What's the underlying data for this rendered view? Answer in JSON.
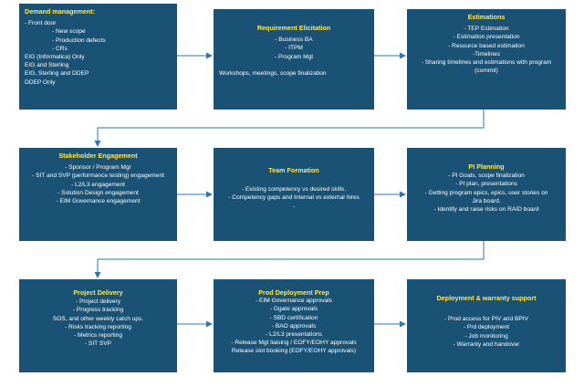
{
  "colors": {
    "box": "#1a5276",
    "title": "#ffe94a",
    "text": "#ffffff",
    "arrow": "#2e75b6"
  },
  "boxes": {
    "demand": {
      "title": "Demand management:",
      "lines": [
        "- Front door",
        "- New scope",
        "- Production defects",
        "- CRs",
        "EIG (Informatica) Only",
        "EIG and Sterling",
        "EIG, Sterling and DDEP",
        "DDEP Only"
      ]
    },
    "requirement": {
      "title": "Requirement Elicitation",
      "lines": [
        "- Business BA",
        "- ITPM",
        "- Program Mgt",
        "",
        "Workshops, meetings, scope finalization"
      ]
    },
    "estimations": {
      "title": "Estimations",
      "lines": [
        "- TEP Estimation",
        "- Estimation presentation",
        "- Resource based estimation",
        "-Timelines",
        "- Sharing timelines and estimations with program",
        "(commit)"
      ]
    },
    "stakeholder": {
      "title": "Stakeholder Engagement",
      "lines": [
        "- Sponsor / Program Mgr",
        "- SIT and SVP (performance testing) engagement",
        "- L2/L3 engagement",
        "- Solution Design engagement",
        "- EIM Governance engagement"
      ]
    },
    "team": {
      "title": "Team Formation",
      "lines": [
        "- Existing competency vs desired skills.",
        "- Competency gaps and Internal vs external hires",
        "-"
      ]
    },
    "pi": {
      "title": "PI Planning",
      "lines": [
        "- PI Goals, scope finalization",
        "- PI plan, presentations",
        "- Getting program epics, epics, user stories on",
        "Jira board.",
        "- Identify and raise risks on RAID board"
      ]
    },
    "project": {
      "title": "Project Delivery",
      "lines": [
        "- Project delivery",
        "- Progress tracking",
        "SOS, and other weekly catch ups.",
        "- Risks tracking reporting",
        "- Metrics reporting",
        "- SIT SVP"
      ]
    },
    "prod": {
      "title": "Prod Deployment Prep",
      "lines": [
        "- EIM Governance approvals",
        "- Ogate approvals",
        "- SBD certification",
        "- BAO approvals",
        "- L2/L3 presentations",
        "- Release Mgt liaising / EOFY/EOHY approvals",
        "Release slot booking (EOFY/EOHY approvals)"
      ]
    },
    "deploy": {
      "title": "Deployment & warranty support",
      "lines": [
        "- Prod access for PIV and BPIV",
        "- Prd deployment",
        "- Job monitoring",
        "- Warranty and handover"
      ]
    }
  }
}
